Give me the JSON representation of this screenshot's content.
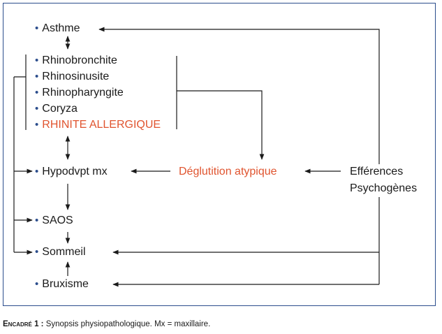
{
  "diagram": {
    "nodes": {
      "asthme": "Asthme",
      "rhinobronchite": "Rhinobronchite",
      "rhinosinusite": "Rhinosinusite",
      "rhinopharyngite": "Rhinopharyngite",
      "coryza": "Coryza",
      "rhinite_allergique": "RHINITE ALLERGIQUE",
      "hypodvpt": "Hypodvpt mx",
      "deglutition": "Déglutition atypique",
      "efferences_line1": "Efférences",
      "efferences_line2": "Psychogènes",
      "saos": "SAOS",
      "sommeil": "Sommeil",
      "bruxisme": "Bruxisme"
    },
    "bullet_symbol": "•",
    "colors": {
      "frame": "#2b4d8c",
      "bullet": "#2b4d8c",
      "highlight": "#e0542f",
      "line": "#1a1a1a"
    }
  },
  "caption": {
    "label": "Encadré 1 :",
    "text": " Synopsis physiopathologique. Mx = maxillaire."
  }
}
